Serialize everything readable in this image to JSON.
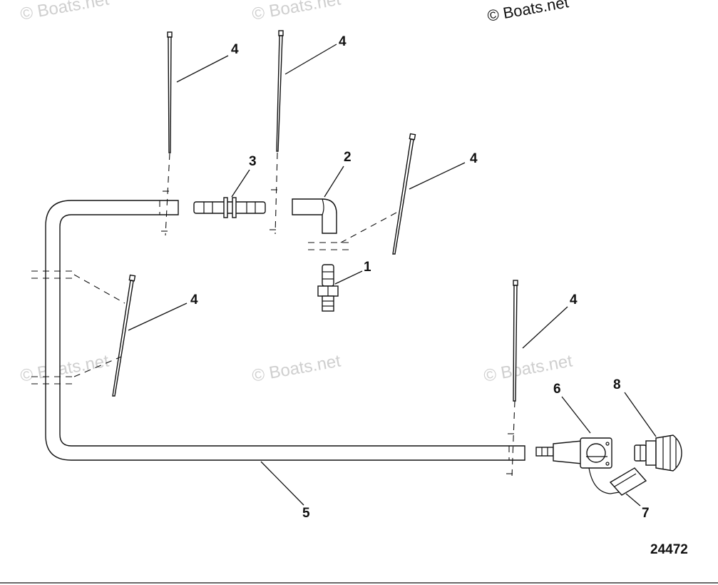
{
  "watermarks": [
    "© Boats.net",
    "© Boats.net",
    "© Boats.net",
    "© Boats.net",
    "© Boats.net",
    "© Boats.net"
  ],
  "copyright": "© Boats.net",
  "callouts": {
    "c1": "1",
    "c2": "2",
    "c3": "3",
    "c4a": "4",
    "c4b": "4",
    "c4c": "4",
    "c4d": "4",
    "c4e": "4",
    "c5": "5",
    "c6": "6",
    "c7": "7",
    "c8": "8"
  },
  "figure_number": "24472"
}
